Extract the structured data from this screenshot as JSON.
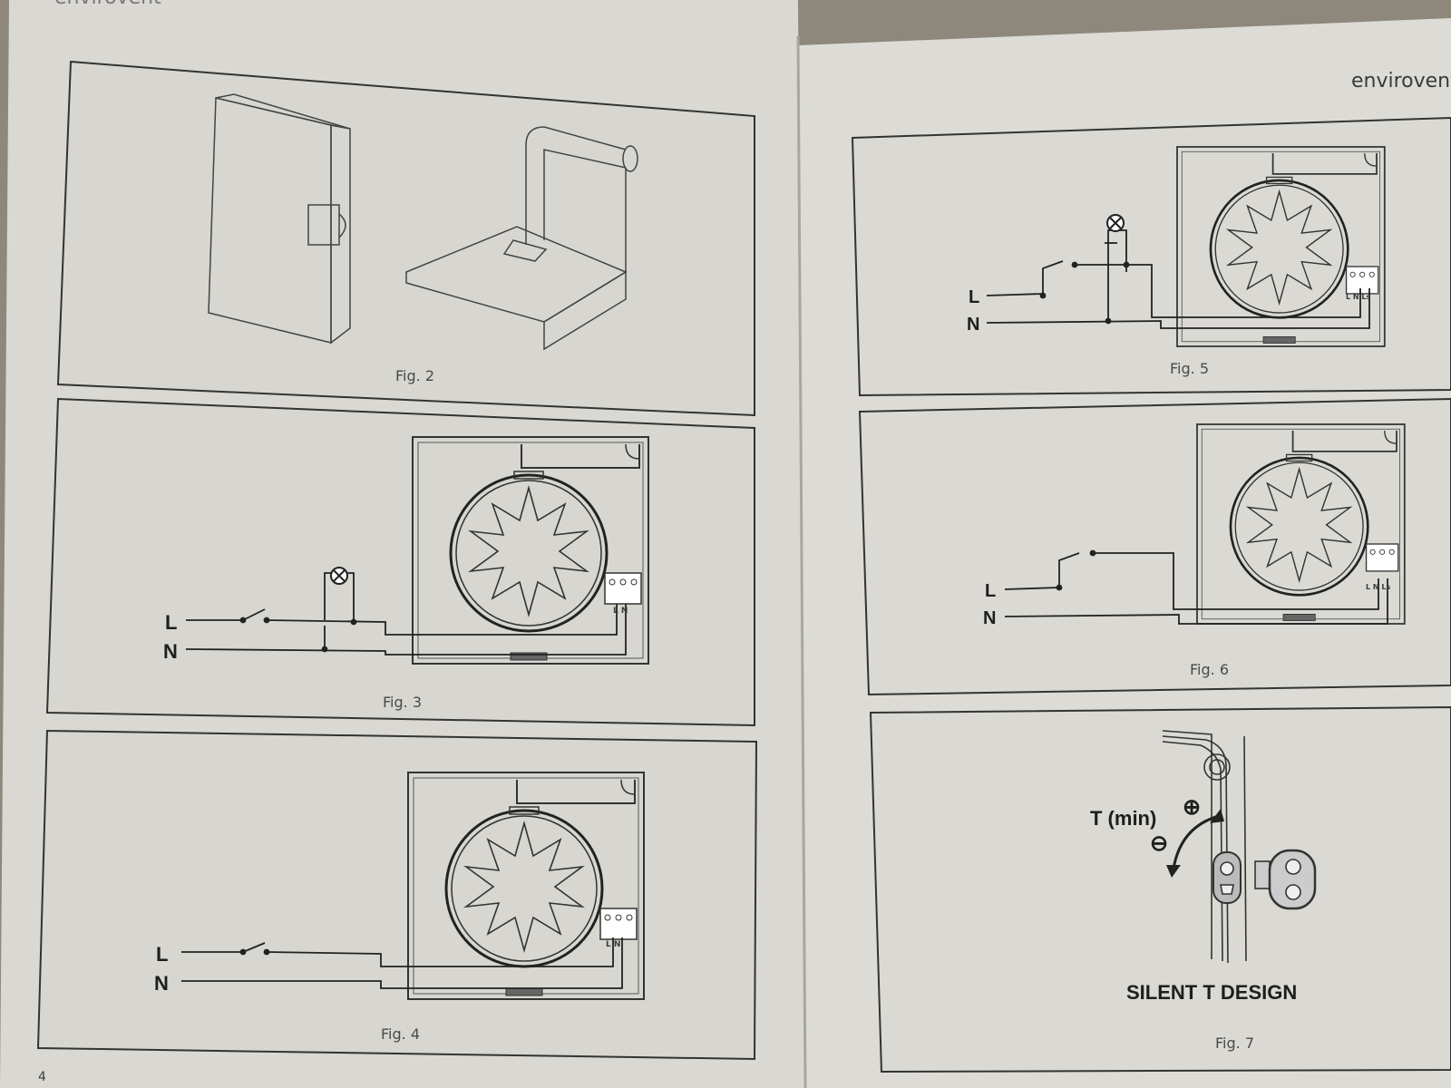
{
  "brand": "envirovent",
  "page_number": "4",
  "header_fragment": "envirovent",
  "figures": {
    "fig2": {
      "caption": "Fig. 2"
    },
    "fig3": {
      "caption": "Fig. 3",
      "live": "L",
      "neutral": "N",
      "terminals": "L N"
    },
    "fig4": {
      "caption": "Fig. 4",
      "live": "L",
      "neutral": "N",
      "terminals": "L N"
    },
    "fig5": {
      "caption": "Fig. 5",
      "live": "L",
      "neutral": "N",
      "terminals": "L N Ls"
    },
    "fig6": {
      "caption": "Fig. 6",
      "live": "L",
      "neutral": "N",
      "terminals": "L N Ls"
    },
    "fig7": {
      "caption": "Fig. 7",
      "timer_label": "T (min)",
      "plus": "⊕",
      "minus": "⊖",
      "design_label": "SILENT T DESIGN"
    }
  }
}
